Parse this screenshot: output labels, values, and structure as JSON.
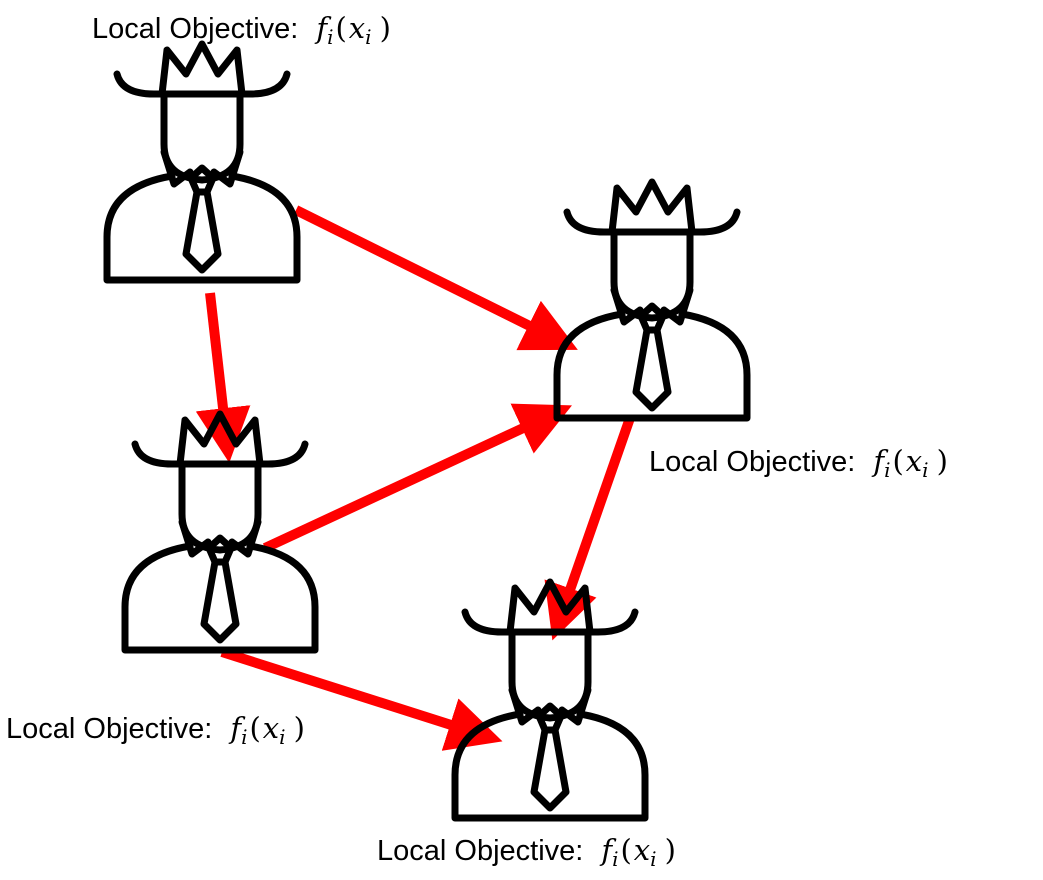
{
  "agents": [
    {
      "id": "top-left",
      "label": {
        "text": "Local Objective:",
        "fn": "f",
        "fn_sub": "i",
        "open": "(",
        "var": "x",
        "var_sub": "i",
        "close": ")"
      }
    },
    {
      "id": "right",
      "label": {
        "text": "Local Objective:",
        "fn": "f",
        "fn_sub": "i",
        "open": "(",
        "var": "x",
        "var_sub": "i",
        "close": ")"
      }
    },
    {
      "id": "middle-left",
      "label": {
        "text": "Local Objective:",
        "fn": "f",
        "fn_sub": "i",
        "open": "(",
        "var": "x",
        "var_sub": "i",
        "close": ")"
      }
    },
    {
      "id": "bottom",
      "label": {
        "text": "Local Objective:",
        "fn": "f",
        "fn_sub": "i",
        "open": "(",
        "var": "x",
        "var_sub": "i",
        "close": ")"
      }
    }
  ],
  "edges": [
    {
      "from": "top-left",
      "to": "right"
    },
    {
      "from": "top-left",
      "to": "middle-left"
    },
    {
      "from": "middle-left",
      "to": "right"
    },
    {
      "from": "right",
      "to": "bottom"
    },
    {
      "from": "middle-left",
      "to": "bottom"
    }
  ],
  "colors": {
    "arrow": "#ff0000",
    "icon": "#000000",
    "text": "#000000"
  },
  "icon_name": "agent-with-hat-and-tie-icon"
}
